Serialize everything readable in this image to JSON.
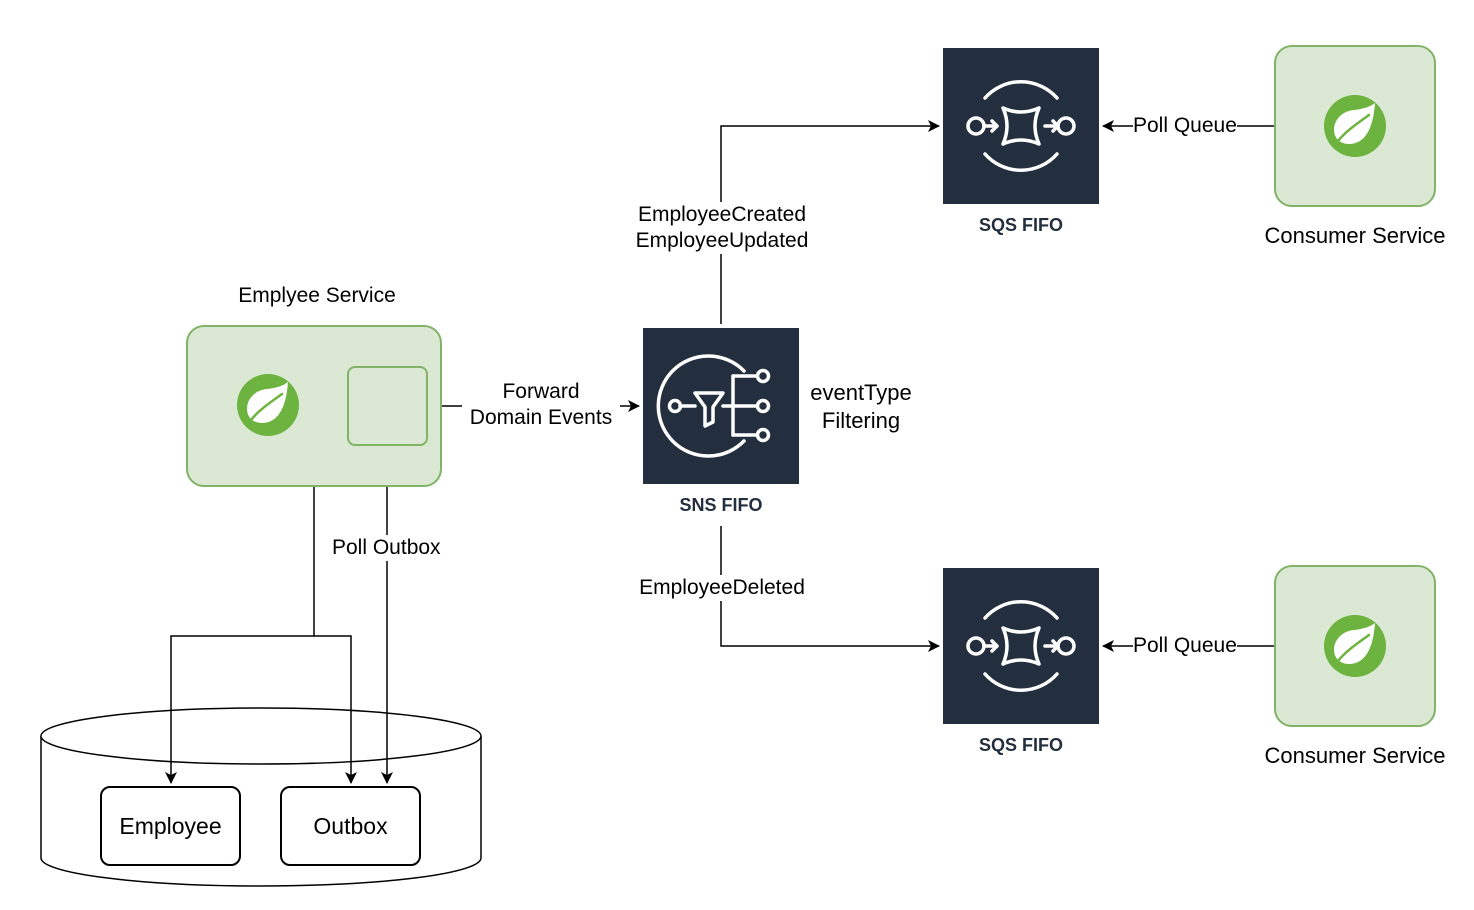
{
  "colors": {
    "service_fill": "#dae8d4",
    "service_stroke": "#82b366",
    "aws_tile": "#232f3e",
    "spring_green": "#6db33f",
    "line": "#000000"
  },
  "employee_service": {
    "title": "Emplyee Service",
    "icon": "spring-leaf-icon"
  },
  "database": {
    "tables": [
      "Employee",
      "Outbox"
    ]
  },
  "edges": {
    "poll_outbox": "Poll Outbox",
    "forward_line1": "Forward",
    "forward_line2": "Domain Events",
    "created": "EmployeeCreated",
    "updated": "EmployeeUpdated",
    "deleted": "EmployeeDeleted",
    "poll_queue_top": "Poll Queue",
    "poll_queue_bottom": "Poll Queue"
  },
  "sns": {
    "caption": "SNS FIFO",
    "icon": "sns-topic-filter-icon",
    "filter_line1": "eventType",
    "filter_line2": "Filtering"
  },
  "queues": [
    {
      "caption": "SQS FIFO",
      "icon": "sqs-queue-icon"
    },
    {
      "caption": "SQS FIFO",
      "icon": "sqs-queue-icon"
    }
  ],
  "consumers": [
    {
      "title": "Consumer Service",
      "icon": "spring-leaf-icon"
    },
    {
      "title": "Consumer Service",
      "icon": "spring-leaf-icon"
    }
  ]
}
